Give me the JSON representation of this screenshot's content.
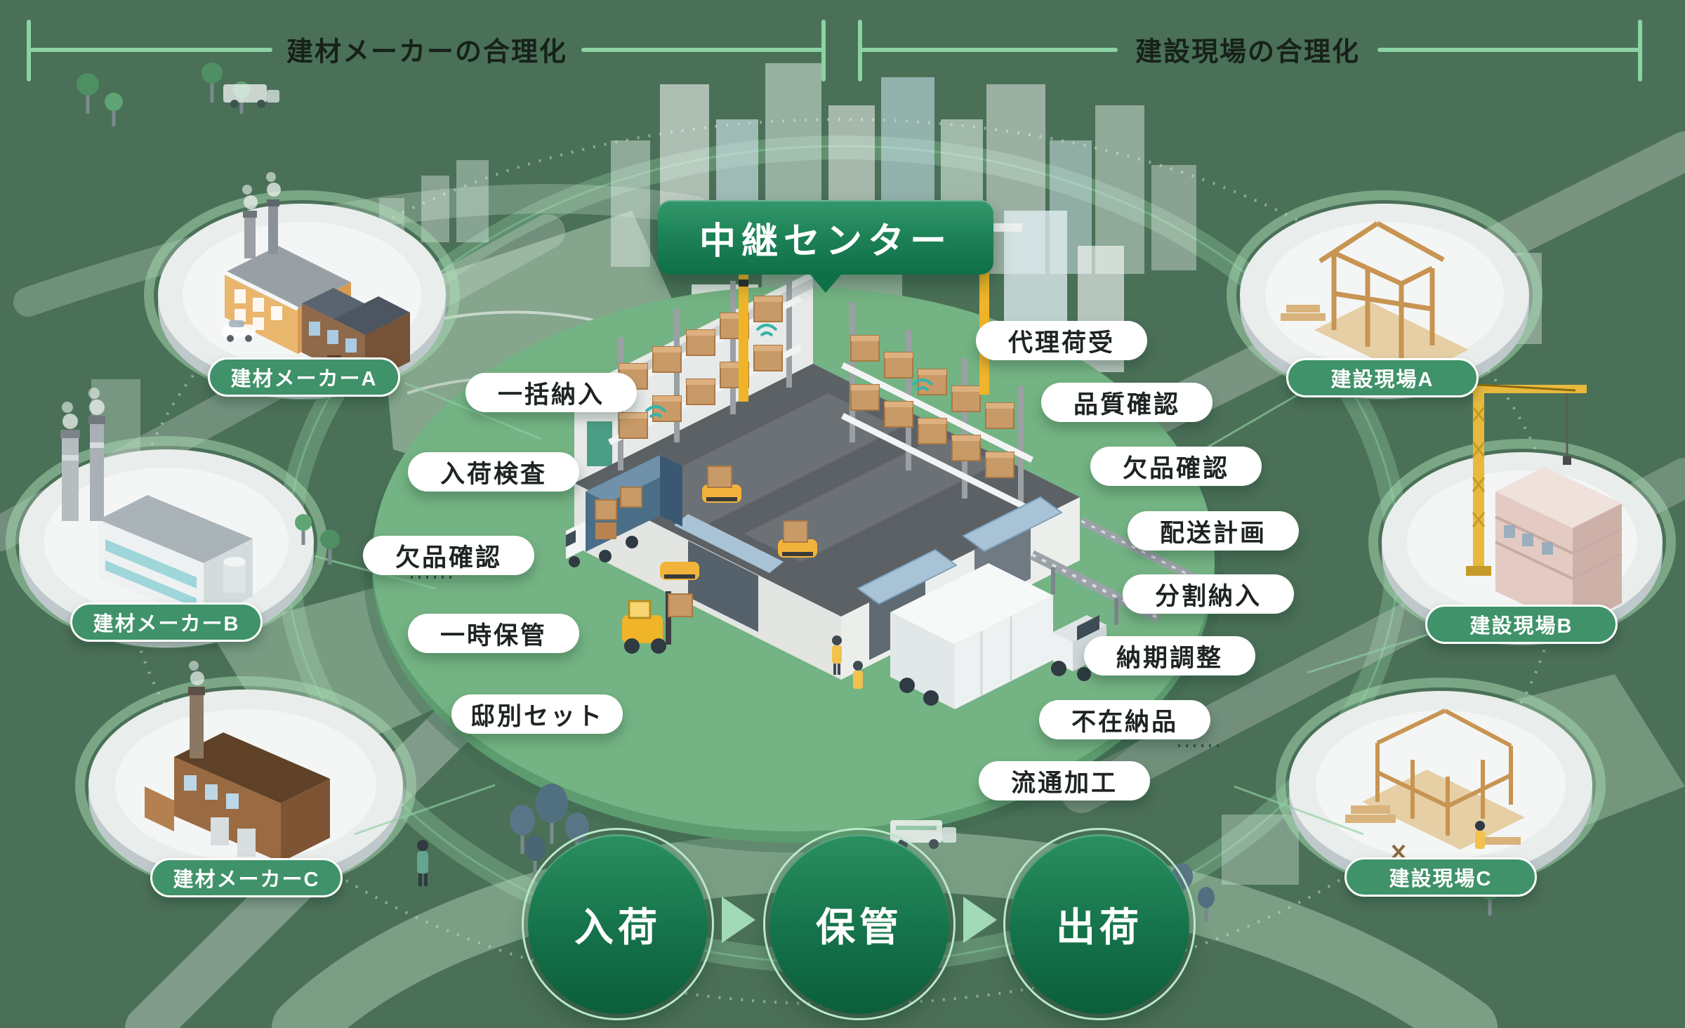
{
  "brackets": {
    "left": "建材メーカーの合理化",
    "right": "建設現場の合理化"
  },
  "hub": {
    "title": "中継センター"
  },
  "suppliers": {
    "items": [
      {
        "label": "建材メーカーA"
      },
      {
        "label": "建材メーカーB"
      },
      {
        "label": "建材メーカーC"
      }
    ]
  },
  "sites": {
    "items": [
      {
        "label": "建設現場A"
      },
      {
        "label": "建設現場B"
      },
      {
        "label": "建設現場C"
      }
    ]
  },
  "supplier_functions": [
    "一括納入",
    "入荷検査",
    "欠品確認",
    "一時保管",
    "邸別セット"
  ],
  "site_functions": [
    "代理荷受",
    "品質確認",
    "欠品確認",
    "配送計画",
    "分割納入",
    "納期調整",
    "不在納品",
    "流通加工"
  ],
  "process": {
    "steps": [
      "入荷",
      "保管",
      "出荷"
    ]
  },
  "colors": {
    "background": "#4a7057",
    "bracket_line": "#8bd3a3",
    "hub_green_top": "#33986b",
    "hub_green_bottom": "#0f6f47",
    "tag_green": "#3f9269",
    "pill_white": "#ffffff",
    "pill_text": "#1e2520",
    "step_circle_top": "#2a8f60",
    "step_circle_bottom": "#0b5e3b",
    "arrow_green": "#a7dfba",
    "platform_green": "#74b383",
    "box_kraft": "#c89a68",
    "crane_yellow": "#f0b429",
    "container_blue": "#4b6e88"
  }
}
